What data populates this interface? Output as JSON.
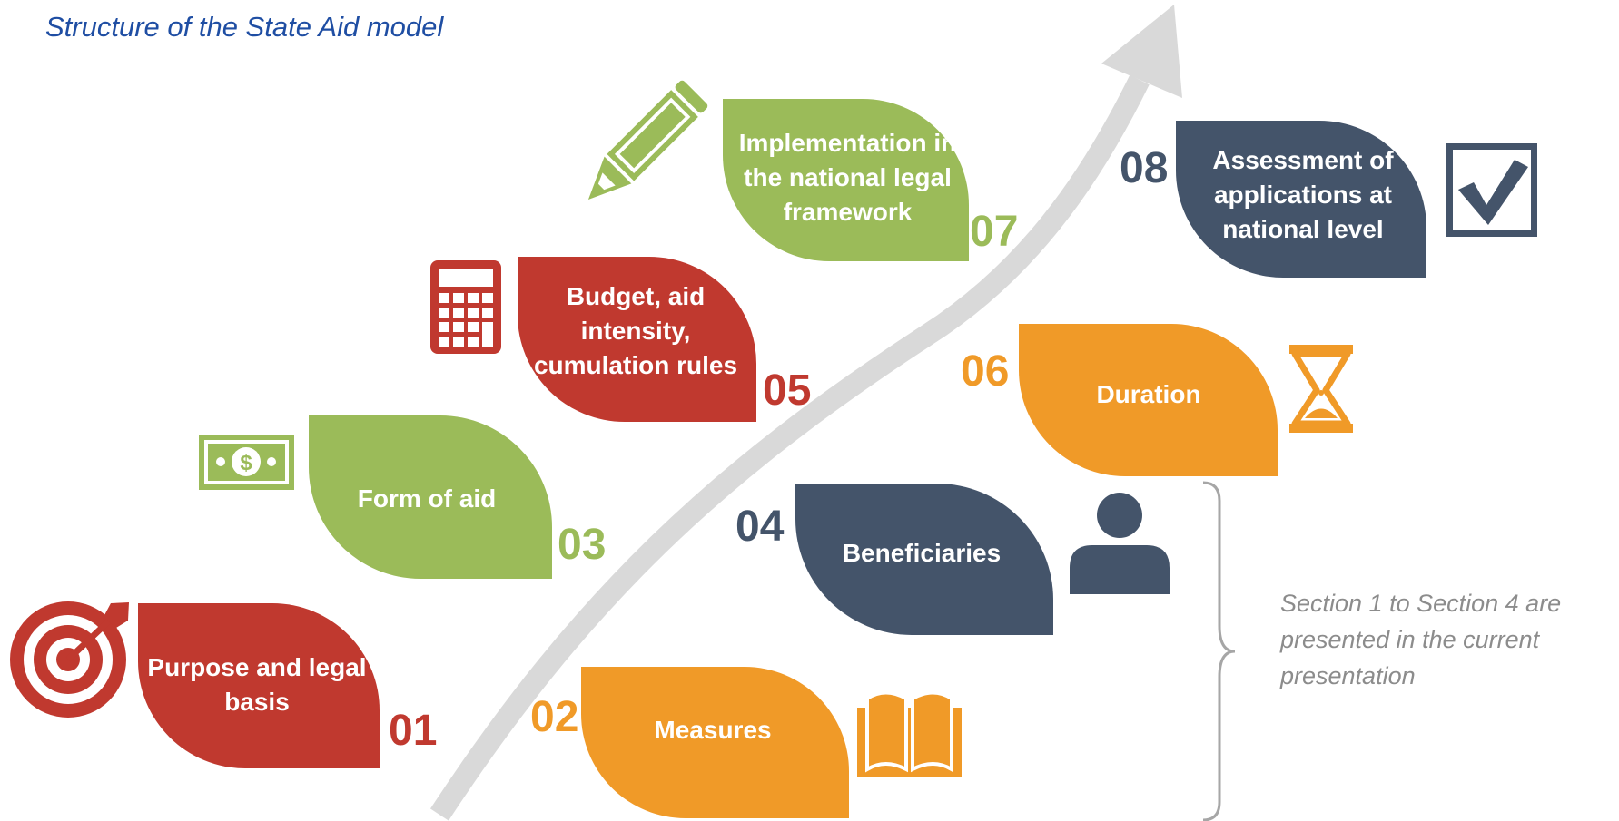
{
  "title": "Structure of the State Aid model",
  "colors": {
    "red": "#c0392f",
    "green": "#9bbb59",
    "navy": "#44546a",
    "orange": "#f09a28",
    "arrow": "#d9d9d9",
    "title": "#1f4ea3",
    "note": "#8c8c8c"
  },
  "steps": [
    {
      "number": "01",
      "label": "Purpose and legal basis",
      "color": "red",
      "icon": "target-icon"
    },
    {
      "number": "02",
      "label": "Measures",
      "color": "orange",
      "icon": "book-icon"
    },
    {
      "number": "03",
      "label": "Form of aid",
      "color": "green",
      "icon": "banknote-icon"
    },
    {
      "number": "04",
      "label": "Beneficiaries",
      "color": "navy",
      "icon": "person-icon"
    },
    {
      "number": "05",
      "label": "Budget, aid intensity, cumulation rules",
      "color": "red",
      "icon": "calculator-icon"
    },
    {
      "number": "06",
      "label": "Duration",
      "color": "orange",
      "icon": "hourglass-icon"
    },
    {
      "number": "07",
      "label": "Implementation in the national legal framework",
      "color": "green",
      "icon": "pencil-icon"
    },
    {
      "number": "08",
      "label": "Assessment of applications at national level",
      "color": "navy",
      "icon": "checkbox-icon"
    }
  ],
  "note": "Section 1 to Section 4 are presented in the current presentation"
}
